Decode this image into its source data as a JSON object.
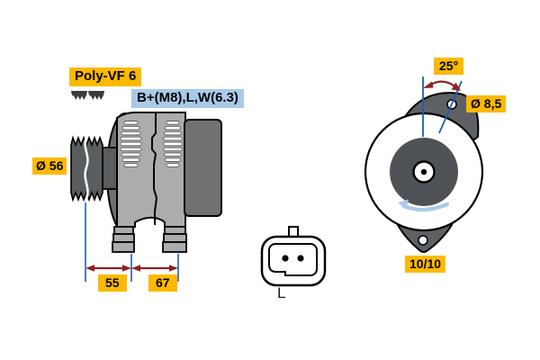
{
  "diagram": {
    "title_labels": {
      "belt_type": "Poly-VF 6",
      "terminals": "B+(M8),L,W(6.3)"
    },
    "dimensions": {
      "pulley_diameter": "Ø 56",
      "dim_left": "55",
      "dim_right": "67",
      "mount_angle": "25°",
      "hole_diameter": "Ø 8,5",
      "ratio": "10/10"
    },
    "connector": {
      "pin_label": "L",
      "pin_count": 2
    },
    "icons": {
      "belt_profile": "poly-v-belt-icon",
      "rotation_direction": "counterclockwise-arrow-icon"
    },
    "colors": {
      "label_yellow": "#FBB900",
      "label_blue": "#A9C9E8",
      "dimension_blue": "#1E5FA8",
      "arrow_red": "#8F2222",
      "rotation_arrow_blue": "#A9CBEA",
      "body_gray": "#ACACAC",
      "dark_gray": "#6F7173",
      "rotor_gray": "#4F5357",
      "pulley_gray": "#595D5F"
    }
  }
}
